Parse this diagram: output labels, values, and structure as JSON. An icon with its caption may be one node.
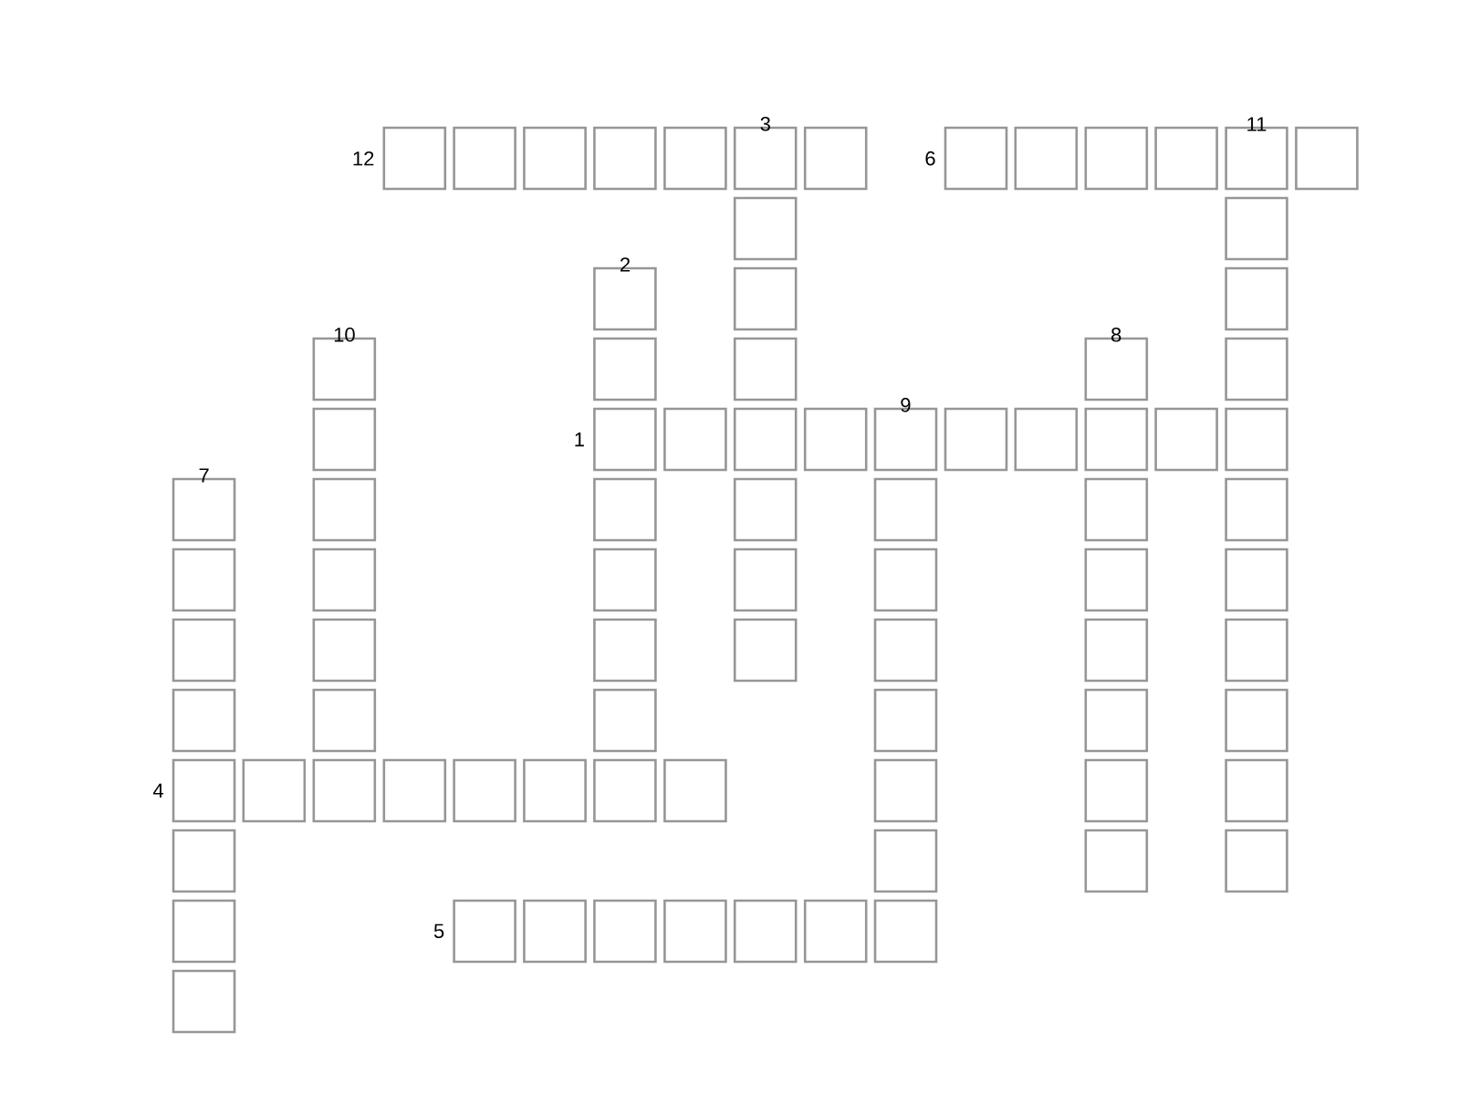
{
  "diagram": {
    "labels": [
      "3",
      "11",
      "12",
      "6",
      "2",
      "10",
      "8",
      "9",
      "7",
      "1",
      "4",
      "5"
    ]
  }
}
